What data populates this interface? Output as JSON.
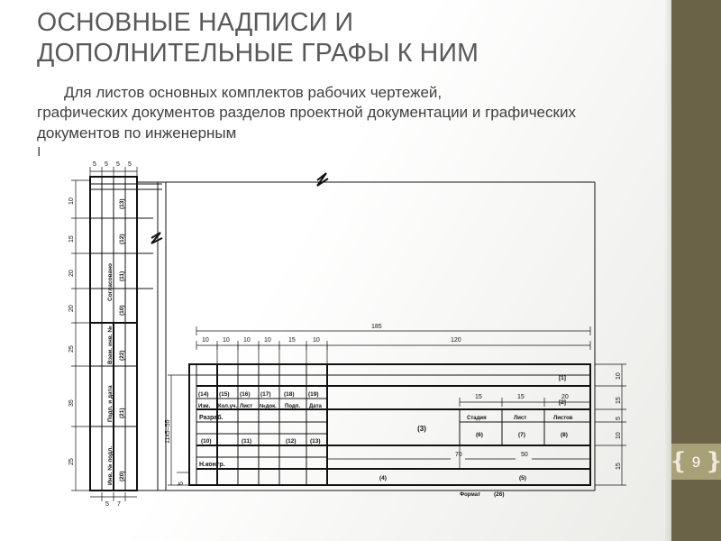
{
  "slide": {
    "title_line1": "ОСНОВНЫЕ НАДПИСИ И",
    "title_line2": "ДОПОЛНИТЕЛЬНЫЕ ГРАФЫ К НИМ",
    "body_line1": "Для листов основных комплектов рабочих чертежей,",
    "body_line2": "графических документов разделов проектной",
    "body_line3": "документации и графических документов по инженерным",
    "body_line4": "|",
    "page_number": "9",
    "bracket_left": "(",
    "bracket_right": ")",
    "colors": {
      "rail": "#6b6347",
      "page_box": "#a8a077",
      "title_text": "#595959",
      "body_text": "#3f3f3f",
      "line": "#111111",
      "background": "#ffffff"
    }
  },
  "drawing": {
    "top_dims": [
      "5",
      "5",
      "5",
      "5"
    ],
    "bottom_dims": [
      "5",
      "7"
    ],
    "left_dims": [
      "10",
      "15",
      "20",
      "20",
      "25",
      "35",
      "25"
    ],
    "right_dims": [
      "10",
      "15",
      "5",
      "10",
      "15"
    ],
    "vertical_labels": [
      {
        "text": "Согласовано",
        "tag": ""
      },
      {
        "text": "",
        "tag": "(13)"
      },
      {
        "text": "",
        "tag": "(12)"
      },
      {
        "text": "",
        "tag": "(11)"
      },
      {
        "text": "",
        "tag": "(10)"
      },
      {
        "text": "Взам. инв. №",
        "tag": "(22)"
      },
      {
        "text": "Подп. и дата",
        "tag": "(21)"
      },
      {
        "text": "Инв. № подл.",
        "tag": "(20)"
      }
    ],
    "height_note": "11х5=55",
    "small_note": "5",
    "main_block": {
      "overall_dim": "185",
      "right_dim": "120",
      "column_dims": [
        "10",
        "10",
        "10",
        "10",
        "15",
        "10"
      ],
      "stage_dims": [
        "15",
        "15",
        "20"
      ],
      "row_tag_1": "[1]",
      "row_tag_2": "[2]",
      "tag_numbers_top": [
        "(14)",
        "(15)",
        "(16)",
        "(17)",
        "(18)",
        "(19)"
      ],
      "headers": [
        "Изм.",
        "Кол.уч.",
        "Лист",
        "№док.",
        "Подп.",
        "Дата"
      ],
      "role_label": "Разраб.",
      "tag_numbers_mid": [
        "(10)",
        "(11)",
        "(12)",
        "(13)"
      ],
      "role_label_2": "Н.контр.",
      "center_tag": "(3)",
      "stage_headers": [
        "Стадия",
        "Лист",
        "Листов"
      ],
      "stage_tags": [
        "(6)",
        "(7)",
        "(8)"
      ],
      "dim_70": "70",
      "dim_50": "50",
      "tag_4": "(4)",
      "tag_5": "(5)",
      "format_label": "Формат",
      "format_tag": "(26)"
    }
  }
}
